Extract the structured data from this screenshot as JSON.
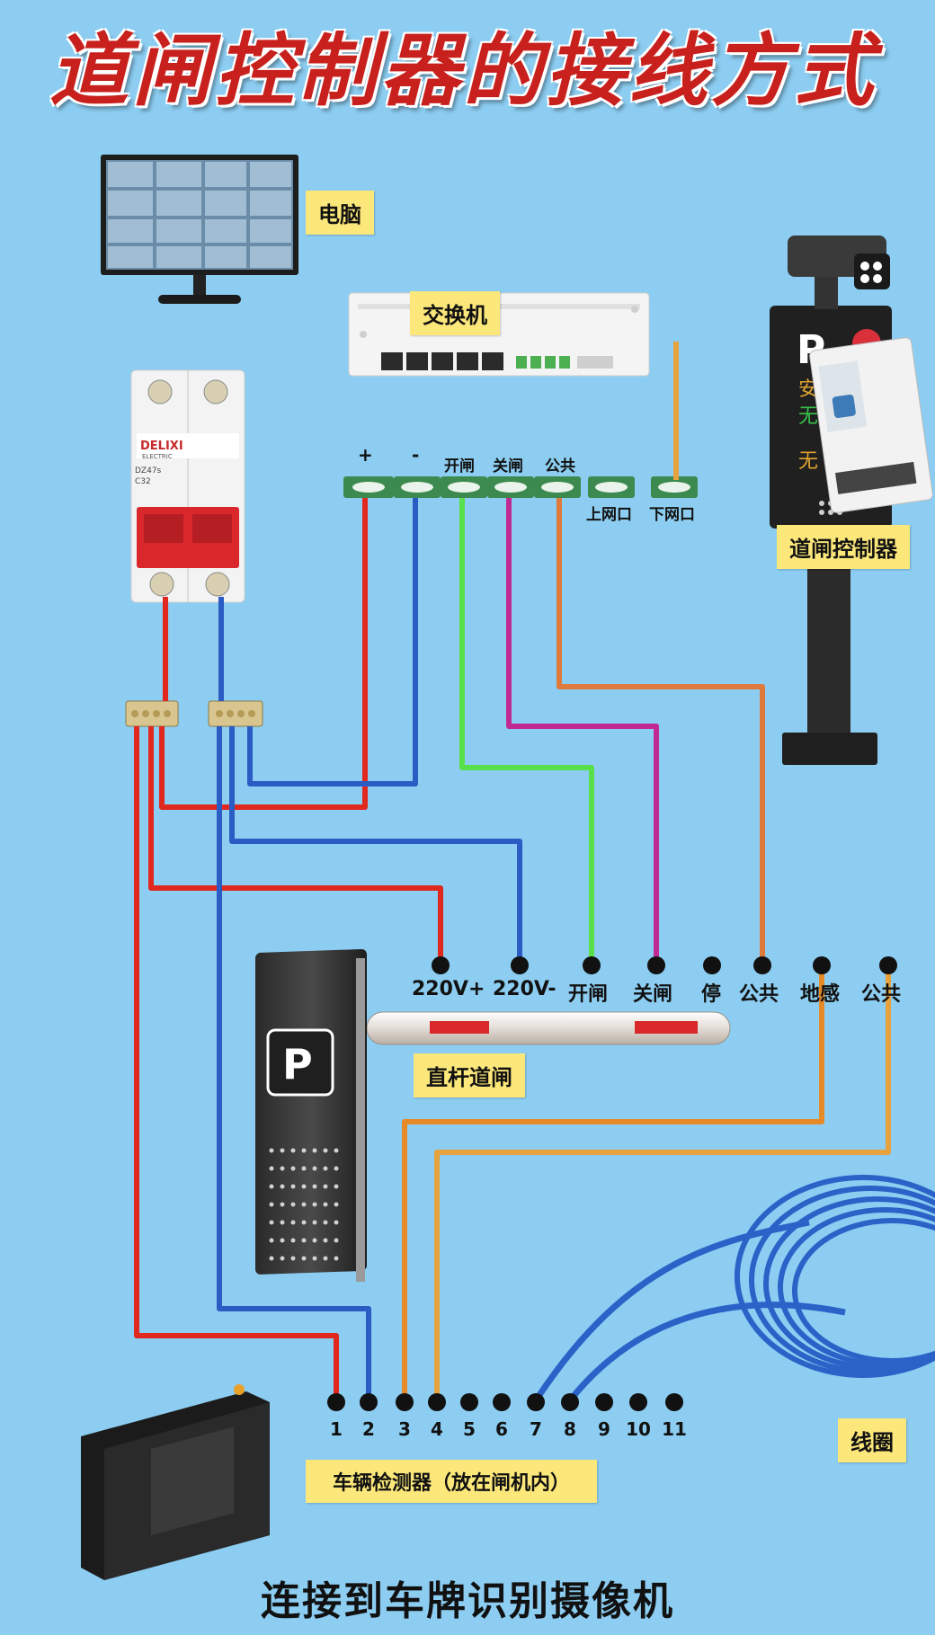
{
  "title": "道闸控制器的接线方式",
  "tags": {
    "computer": "电脑",
    "switch": "交换机",
    "controller": "道闸控制器",
    "gate": "直杆道闸",
    "detector": "车辆检测器（放在闸机内）",
    "coil": "线圈"
  },
  "breaker": {
    "brand": "DELIXI",
    "sub": "ELECTRIC",
    "model": "DZ47s",
    "rating": "C32"
  },
  "controller_terminals": [
    "+",
    "-",
    "开闸",
    "关闸",
    "公共"
  ],
  "network_ports": [
    "上网口",
    "下网口"
  ],
  "gate_terminals": [
    "220V+",
    "220V-",
    "开闸",
    "关闸",
    "停",
    "公共",
    "地感",
    "公共"
  ],
  "detector_terminals": [
    "1",
    "2",
    "3",
    "4",
    "5",
    "6",
    "7",
    "8",
    "9",
    "10",
    "11"
  ],
  "bottom_text": "连接到车牌识别摄像机",
  "colors": {
    "background": "#8ccdf1",
    "live_wire": "#e0281f",
    "neutral_wire": "#2a5cc4",
    "open_wire": "#58e04a",
    "close_wire": "#c22a93",
    "common_wire": "#e07a3c",
    "ground_sense_wire": "#e68a28",
    "network_wire": "#e6a23c",
    "coil_wire": "#2a62c8",
    "tag_bg": "#fbe77a",
    "title": "#c8201c"
  }
}
